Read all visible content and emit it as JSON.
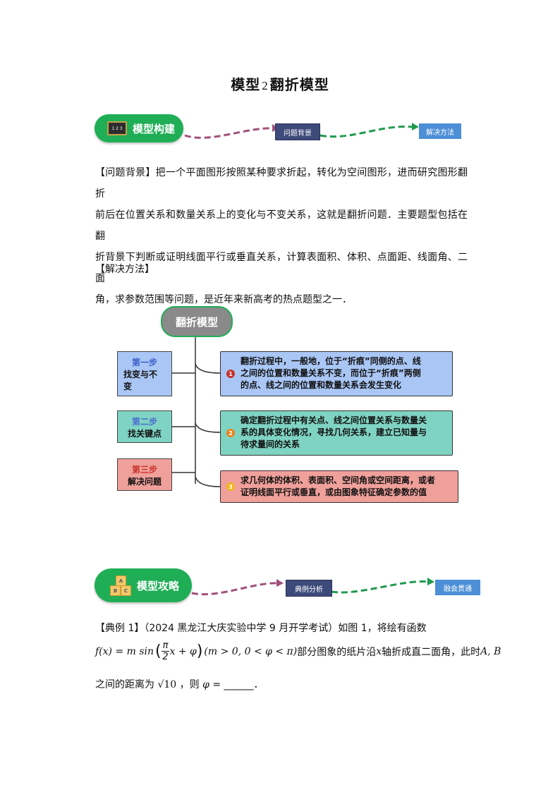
{
  "title": {
    "prefix": "模型",
    "num": "2",
    "suffix": "翻折模型"
  },
  "section1": {
    "pill_label": "模型构建",
    "board_text": "1 2 3",
    "tag1": "问题背景",
    "tag2": "解决方法"
  },
  "background": {
    "line1": "【问题背景】把一个平面图形按照某种要求折起，转化为空间图形，进而研究图形翻折",
    "line2": "前后在位置关系和数量关系上的变化与不变关系，这就是翻折问题．主要题型包括在翻",
    "line3": "折背景下判断或证明线面平行或垂直关系，计算表面积、体积、点面距、线面角、二面",
    "line4": "角，求参数范围等问题，是近年来新高考的热点题型之一．"
  },
  "method_heading": "【解决方法】",
  "mindmap": {
    "root": "翻折模型",
    "steps": [
      {
        "step": "第一步",
        "label_a": "找变与不",
        "label_b": "变"
      },
      {
        "step": "第二步",
        "label_a": "找关键点",
        "label_b": ""
      },
      {
        "step": "第三步",
        "label_a": "解决问题",
        "label_b": ""
      }
    ],
    "descs": [
      {
        "num": "1",
        "l1": "翻折过程中，一般地，位于“折痕”同侧的点、线",
        "l2": "之间的位置和数量关系不变，而位于“折痕”两侧",
        "l3": "的点、线之间的位置和数量关系会发生变化"
      },
      {
        "num": "2",
        "l1": "确定翻折过程中有关点、线之间位置关系与数量关",
        "l2": "系的具体变化情况，寻找几何关系，建立已知量与",
        "l3": "待求量间的关系"
      },
      {
        "num": "3",
        "l1": "求几何体的体积、表面积、空间角或空间距离，或者",
        "l2": "证明线面平行或垂直，或由图象特征确定参数的值",
        "l3": ""
      }
    ]
  },
  "section2": {
    "pill_label": "模型攻略",
    "blocks": [
      "A",
      "B",
      "C"
    ],
    "tag1": "典例分析",
    "tag2": "融会贯通"
  },
  "example": {
    "head": "【典例 1】（2024 黑龙江大庆实验中学 9 月开学考试）如图 1，将绘有函数",
    "f_lhs": "f(x) = m sin",
    "pi": "π",
    "two": "2",
    "f_rest": "x + φ",
    "cond": "(m > 0, 0 < φ < π)",
    "mid": "部分图象的纸片沿",
    "x": "x",
    "mid2": "轴折成直二面角，此时",
    "ab": "A, B",
    "line3a": "之间的距离为",
    "sqrt": "√10",
    "line3b": "，则",
    "phi": "φ",
    "blank": "=  ______．"
  },
  "colors": {
    "green": "#1fae56",
    "purple_dash": "#a0507a",
    "green_dash": "#1f9a50",
    "step1_bg": "#a9c6f5",
    "step2_bg": "#7fd3c3",
    "step3_bg": "#f0a09a"
  }
}
